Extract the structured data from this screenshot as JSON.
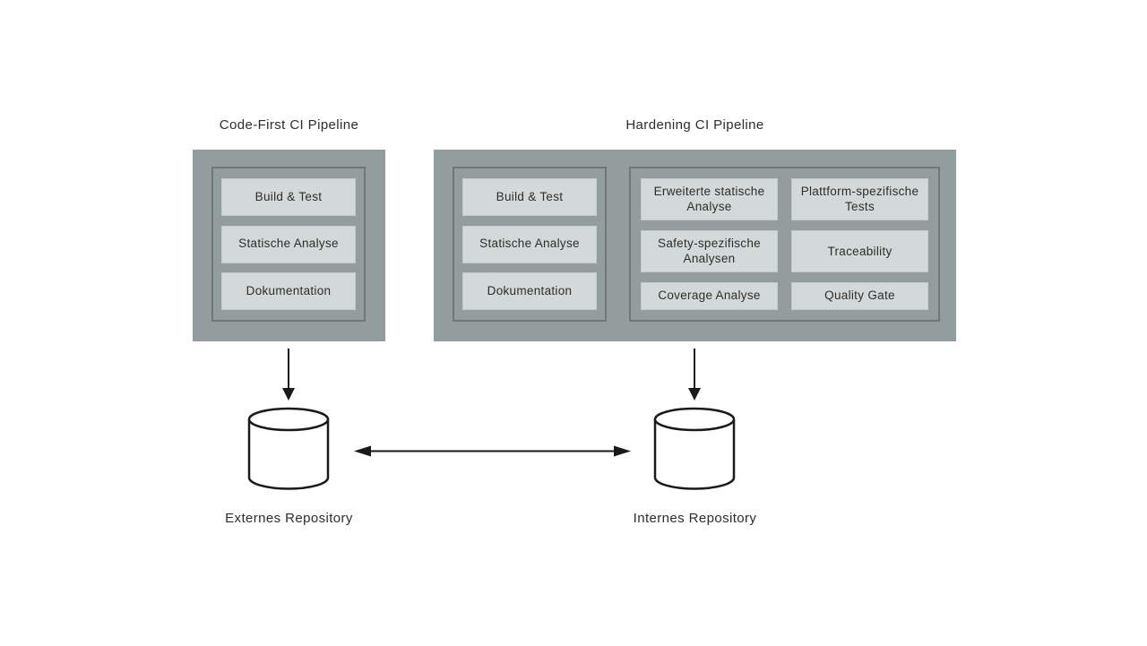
{
  "diagram": {
    "pipelines": [
      {
        "title": "Code-First CI Pipeline",
        "groups": [
          {
            "stages": [
              "Build & Test",
              "Statische Analyse",
              "Dokumentation"
            ]
          }
        ]
      },
      {
        "title": "Hardening CI Pipeline",
        "groups": [
          {
            "stages": [
              "Build & Test",
              "Statische Analyse",
              "Dokumentation"
            ]
          },
          {
            "stages": [
              "Erweiterte statische Analyse",
              "Plattform-spezifische Tests",
              "Safety-spezifische Analysen",
              "Traceability",
              "Coverage Analyse",
              "Quality Gate"
            ]
          }
        ]
      }
    ],
    "repositories": [
      {
        "label": "Externes Repository"
      },
      {
        "label": "Internes Repository"
      }
    ],
    "connections": [
      {
        "from": "Code-First CI Pipeline",
        "to": "Externes Repository",
        "type": "arrow-down"
      },
      {
        "from": "Hardening CI Pipeline",
        "to": "Internes Repository",
        "type": "arrow-down"
      },
      {
        "from": "Externes Repository",
        "to": "Internes Repository",
        "type": "arrow-bidirectional"
      }
    ],
    "colors": {
      "pipeline_box_fill": "#949d9d",
      "group_border": "#6e7878",
      "stage_fill": "#d3d9d8",
      "text": "#2d2d2d",
      "arrow_stroke": "#1a1a1a",
      "background": "#ffffff"
    }
  }
}
